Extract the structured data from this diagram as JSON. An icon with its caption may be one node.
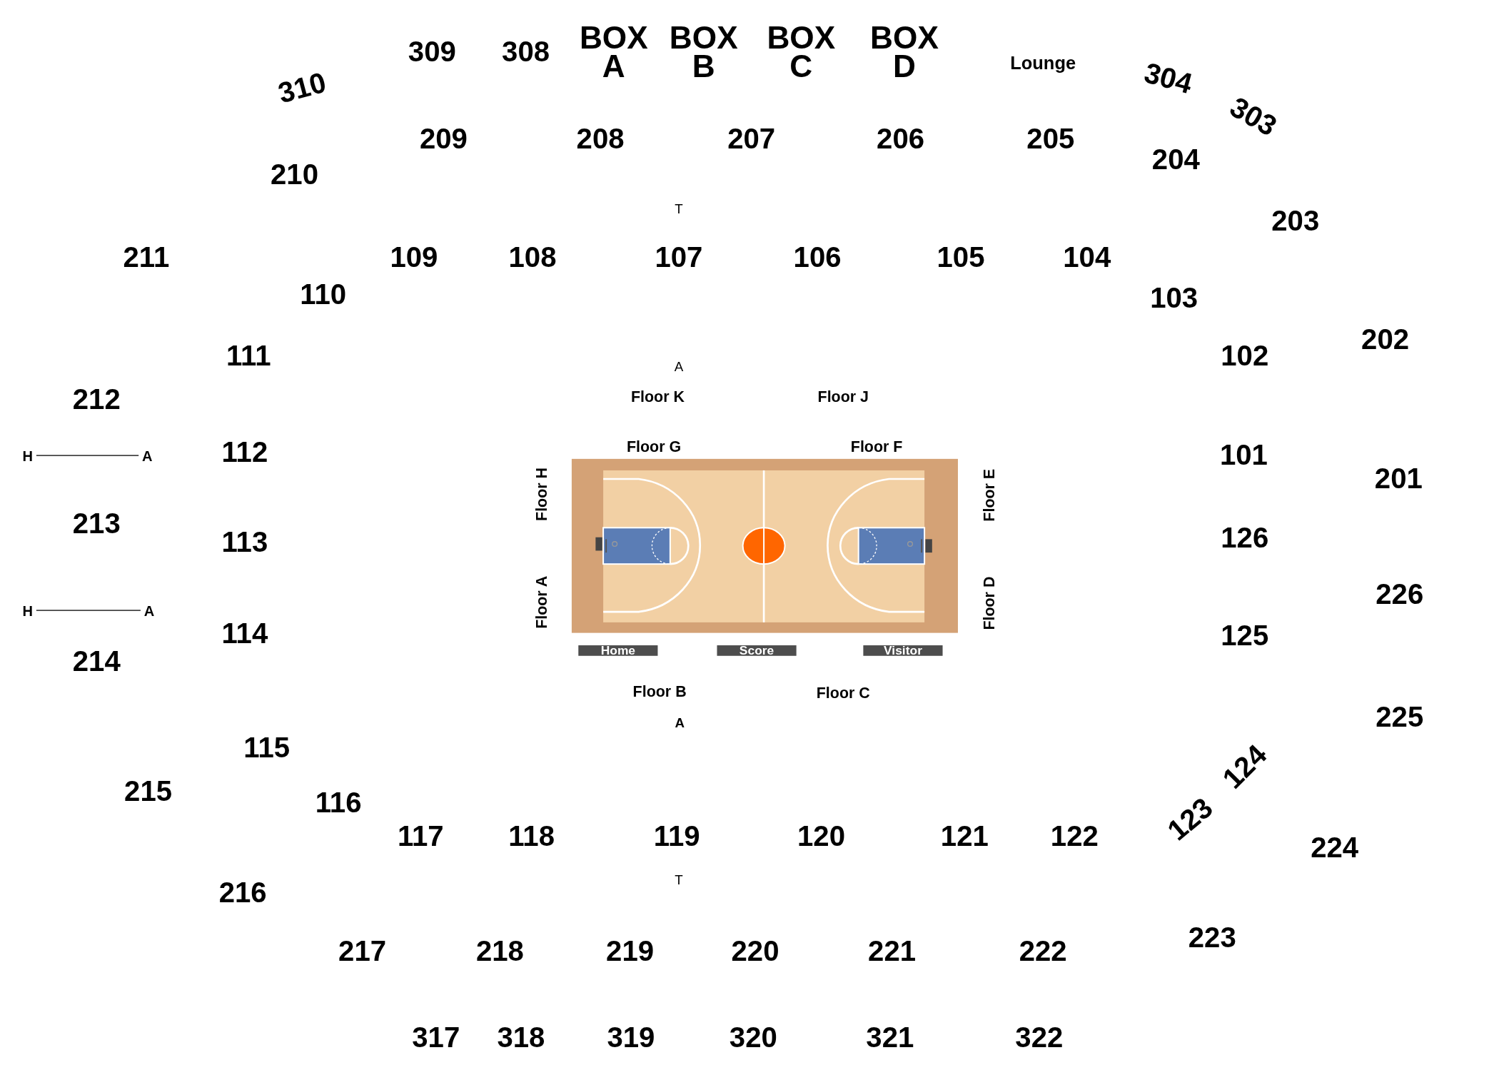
{
  "diagram": {
    "nodes": [
      {
        "text": [
          "H"
        ]
      },
      {
        "text": [
          "A"
        ]
      },
      {
        "text": [
          "H"
        ]
      },
      {
        "text": [
          "A"
        ]
      },
      {
        "text": [
          "Home"
        ]
      },
      {
        "text": [
          "Score"
        ]
      },
      {
        "text": [
          "Visitor"
        ]
      }
    ],
    "edges": [
      {
        "from": 0,
        "to": 1,
        "arrow": "none"
      },
      {
        "from": 2,
        "to": 3,
        "arrow": "none"
      }
    ],
    "labels": [
      "309",
      "308",
      "BOX A",
      "BOX B",
      "BOX C",
      "BOX D",
      "Lounge",
      "304",
      "303",
      "310",
      "209",
      "208",
      "207",
      "206",
      "205",
      "204",
      "210",
      "T",
      "203",
      "211",
      "109",
      "108",
      "107",
      "106",
      "105",
      "104",
      "110",
      "103",
      "202",
      "111",
      "102",
      "A",
      "212",
      "Floor K",
      "Floor J",
      "Floor G",
      "Floor F",
      "112",
      "101",
      "201",
      "Floor H",
      "Floor E",
      "213",
      "113",
      "126",
      "226",
      "Floor A",
      "Floor D",
      "114",
      "125",
      "214",
      "Floor B",
      "Floor C",
      "A",
      "225",
      "115",
      "124",
      "215",
      "116",
      "123",
      "117",
      "118",
      "119",
      "120",
      "121",
      "122",
      "224",
      "T",
      "216",
      "223",
      "217",
      "218",
      "219",
      "220",
      "221",
      "222",
      "317",
      "318",
      "319",
      "320",
      "321",
      "322"
    ]
  }
}
